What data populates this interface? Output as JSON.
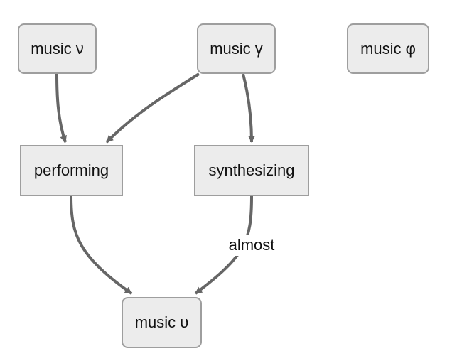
{
  "nodes": {
    "music_nu": "music ν",
    "music_gamma": "music γ",
    "music_phi": "music φ",
    "performing": "performing",
    "synthesizing": "synthesizing",
    "music_upsilon": "music υ"
  },
  "edges": [
    {
      "from": "music ν",
      "to": "performing",
      "label": ""
    },
    {
      "from": "music γ",
      "to": "performing",
      "label": ""
    },
    {
      "from": "music γ",
      "to": "synthesizing",
      "label": ""
    },
    {
      "from": "performing",
      "to": "music υ",
      "label": ""
    },
    {
      "from": "synthesizing",
      "to": "music υ",
      "label": "almost"
    }
  ],
  "colors": {
    "node_fill": "#ececec",
    "node_border": "#9e9e9e",
    "edge": "#666666",
    "text": "#111111"
  }
}
